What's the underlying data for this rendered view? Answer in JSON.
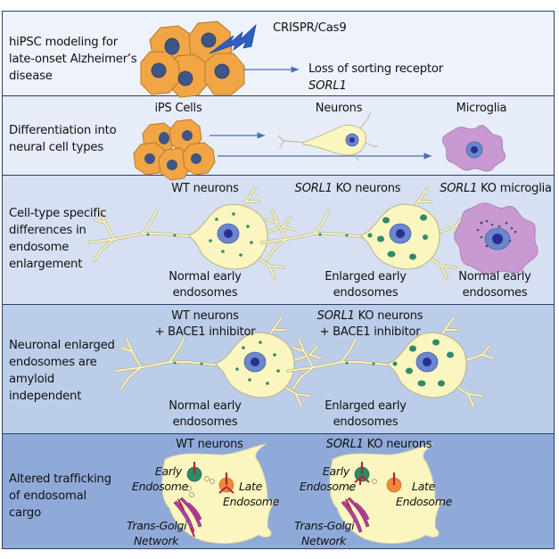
{
  "panels": [
    {
      "label": [
        "hiPSC modeling for",
        "late-onset Alzheimer’s",
        "disease"
      ],
      "tool": "CRISPR/Cas9",
      "result_line1": "Loss of sorting receptor",
      "result_gene": "SORL1"
    },
    {
      "label": [
        "Differentiation into",
        "neural cell types"
      ],
      "cell_types": [
        "iPS Cells",
        "Neurons",
        "Microglia"
      ]
    },
    {
      "label": [
        "Cell-type specific",
        "differences in",
        "endosome",
        "enlargement"
      ],
      "groups": [
        {
          "title_gene": "",
          "title": "WT neurons",
          "caption": [
            "Normal early",
            "endosomes"
          ]
        },
        {
          "title_gene": "SORL1",
          "title": " KO neurons",
          "caption": [
            "Enlarged early",
            "endosomes"
          ]
        },
        {
          "title_gene": "SORL1",
          "title": " KO microglia",
          "caption": [
            "Normal early",
            "endosomes"
          ]
        }
      ]
    },
    {
      "label": [
        "Neuronal enlarged",
        "endosomes are",
        "amyloid",
        "independent"
      ],
      "groups": [
        {
          "title_gene": "",
          "title": "WT neurons",
          "subtitle": "+ BACE1 inhibitor",
          "caption": [
            "Normal early",
            "endosomes"
          ]
        },
        {
          "title_gene": "SORL1",
          "title": " KO neurons",
          "subtitle": "+ BACE1 inhibitor",
          "caption": [
            "Enlarged early",
            "endosomes"
          ]
        }
      ]
    },
    {
      "label": [
        "Altered trafficking",
        "of endosomal",
        "cargo"
      ],
      "groups": [
        {
          "title_gene": "",
          "title": "WT neurons"
        },
        {
          "title_gene": "SORL1",
          "title": " KO neurons"
        }
      ],
      "organelles": {
        "early": [
          "Early",
          "Endosome"
        ],
        "late": [
          "Late",
          "Endosome"
        ],
        "golgi": [
          "Trans-Golgi",
          "Network"
        ]
      }
    }
  ],
  "colors": {
    "ipsc_cell": "#f2a545",
    "ipsc_nucleus": "#3d5687",
    "lightning": "#2f5fc4",
    "neuron_body": "#fbf6bf",
    "neuron_outline": "#b8b48a",
    "neuron_nucleus": "#6a86cf",
    "nucleolus": "#2a2f8f",
    "endosome": "#2e8b6a",
    "microglia": "#c99ad1",
    "late_endosome": "#ef8a3c",
    "cargo": "#b3243b",
    "golgi": "#b2409a",
    "arrow": "#4a6fb5"
  }
}
